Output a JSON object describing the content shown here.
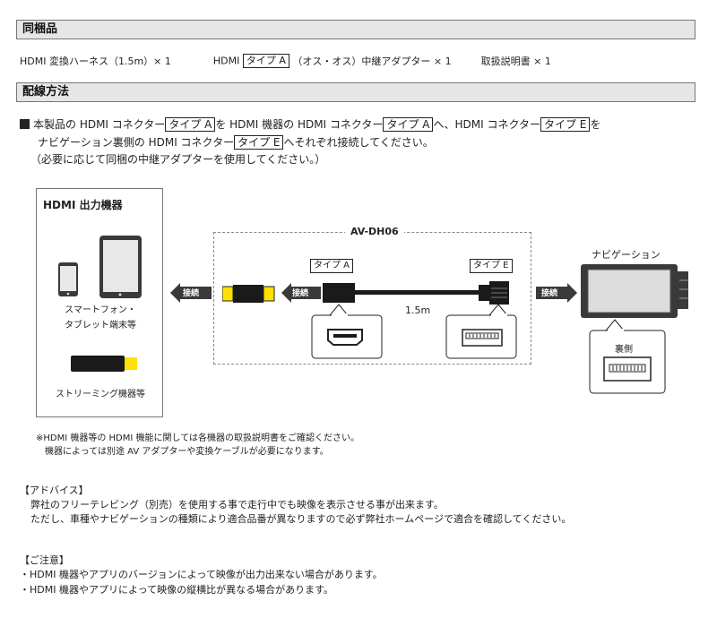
{
  "sections": {
    "contents_title": "同梱品",
    "wiring_title": "配線方法"
  },
  "contents": {
    "item1": "HDMI 変換ハーネス（1.5m）× 1",
    "item2_prefix": "HDMI",
    "item2_box": "タイプ A",
    "item2_suffix": "（オス・オス）中継アダプター × 1",
    "item3": "取扱説明書 × 1"
  },
  "instructions": {
    "l1_a": "本製品の HDMI コネクター",
    "l1_box1": "タイプ A",
    "l1_b": "を HDMI 機器の HDMI コネクター",
    "l1_box2": "タイプ A",
    "l1_c": "へ、HDMI コネクター",
    "l1_box3": "タイプ E",
    "l1_d": "を",
    "l2_a": "ナビゲーション裏側の HDMI コネクター",
    "l2_box": "タイプ E",
    "l2_b": "へそれぞれ接続してください。",
    "l3": "（必要に応じて同梱の中継アダプターを使用してください。）"
  },
  "diagram": {
    "devices_title": "HDMI 出力機器",
    "smartphone_label_1": "スマートフォン・",
    "smartphone_label_2": "タブレット端末等",
    "streaming_label": "ストリーミング機器等",
    "model": "AV-DH06",
    "type_a": "タイプ A",
    "type_e": "タイプ E",
    "length": "1.5m",
    "connect_1": "接続",
    "connect_2": "接続",
    "connect_3": "接続",
    "navi_title": "ナビゲーション",
    "back_label": "裏側"
  },
  "notes": {
    "n1": "※HDMI 機器等の HDMI 機能に関しては各機器の取扱説明書をご確認ください。",
    "n2": "機器によっては別途 AV アダプターや変換ケーブルが必要になります。"
  },
  "advice": {
    "title": "【アドバイス】",
    "l1": "弊社のフリーテレビング（別売）を使用する事で走行中でも映像を表示させる事が出来ます。",
    "l2": "ただし、車種やナビゲーションの種類により適合品番が異なりますので必ず弊社ホームページで適合を確認してください。"
  },
  "caution": {
    "title": "【ご注意】",
    "l1": "・HDMI 機器やアプリのバージョンによって映像が出力出来ない場合があります。",
    "l2": "・HDMI 機器やアプリによって映像の縦横比が異なる場合があります。"
  },
  "colors": {
    "yellow": "#ffe000",
    "dark": "#222222",
    "arrow": "#3a3a3a",
    "header_bg": "#e6e6e6"
  }
}
